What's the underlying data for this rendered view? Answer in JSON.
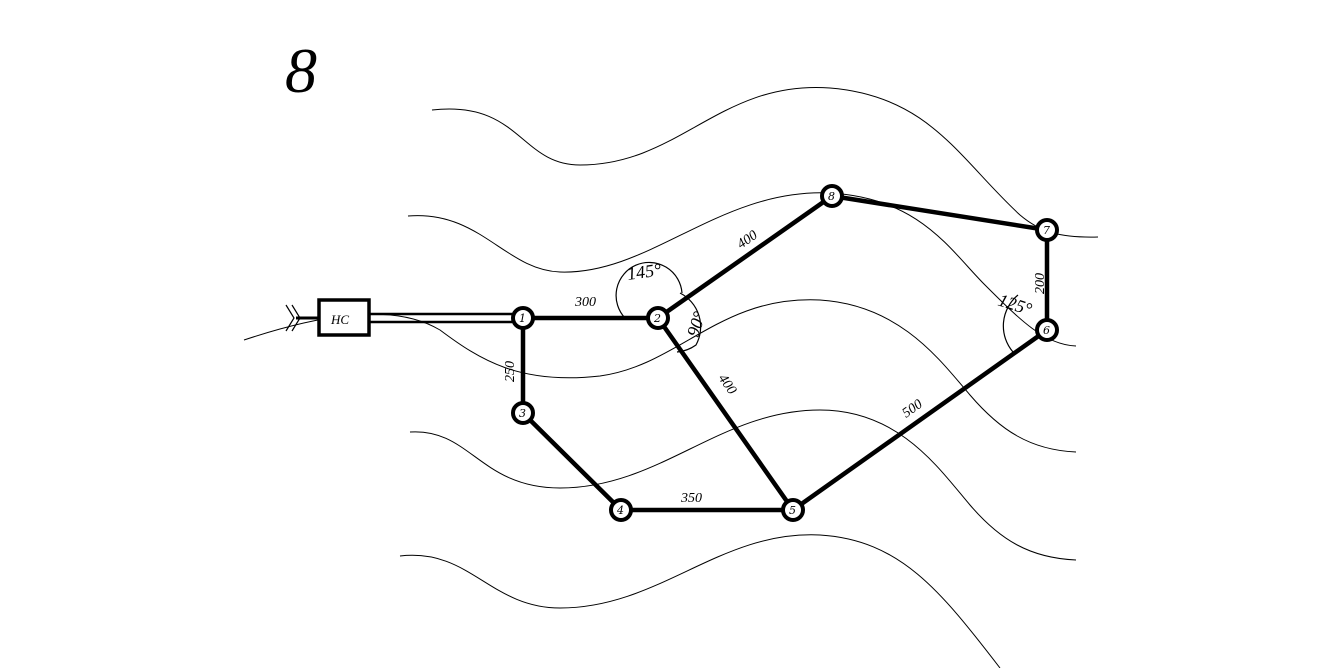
{
  "figure_number": "8",
  "pump_station_label": "НС",
  "nodes": [
    {
      "id": "n1",
      "label": "1"
    },
    {
      "id": "n2",
      "label": "2"
    },
    {
      "id": "n3",
      "label": "3"
    },
    {
      "id": "n4",
      "label": "4"
    },
    {
      "id": "n5",
      "label": "5"
    },
    {
      "id": "n6",
      "label": "6"
    },
    {
      "id": "n7",
      "label": "7"
    },
    {
      "id": "n8",
      "label": "8"
    }
  ],
  "pipes": [
    {
      "from": "1",
      "to": "2",
      "length": "300"
    },
    {
      "from": "2",
      "to": "8",
      "length": "400"
    },
    {
      "from": "1",
      "to": "3",
      "length": "250"
    },
    {
      "from": "2",
      "to": "5",
      "length": "400"
    },
    {
      "from": "4",
      "to": "5",
      "length": "350"
    },
    {
      "from": "5",
      "to": "6",
      "length": "500"
    },
    {
      "from": "6",
      "to": "7",
      "length": "200"
    },
    {
      "from": "3",
      "to": "4",
      "length": ""
    },
    {
      "from": "8",
      "to": "7",
      "length": ""
    }
  ],
  "angles": [
    {
      "node": "2",
      "label": "145°"
    },
    {
      "node": "2",
      "label": "90°"
    },
    {
      "node": "6",
      "label": "125°"
    }
  ]
}
